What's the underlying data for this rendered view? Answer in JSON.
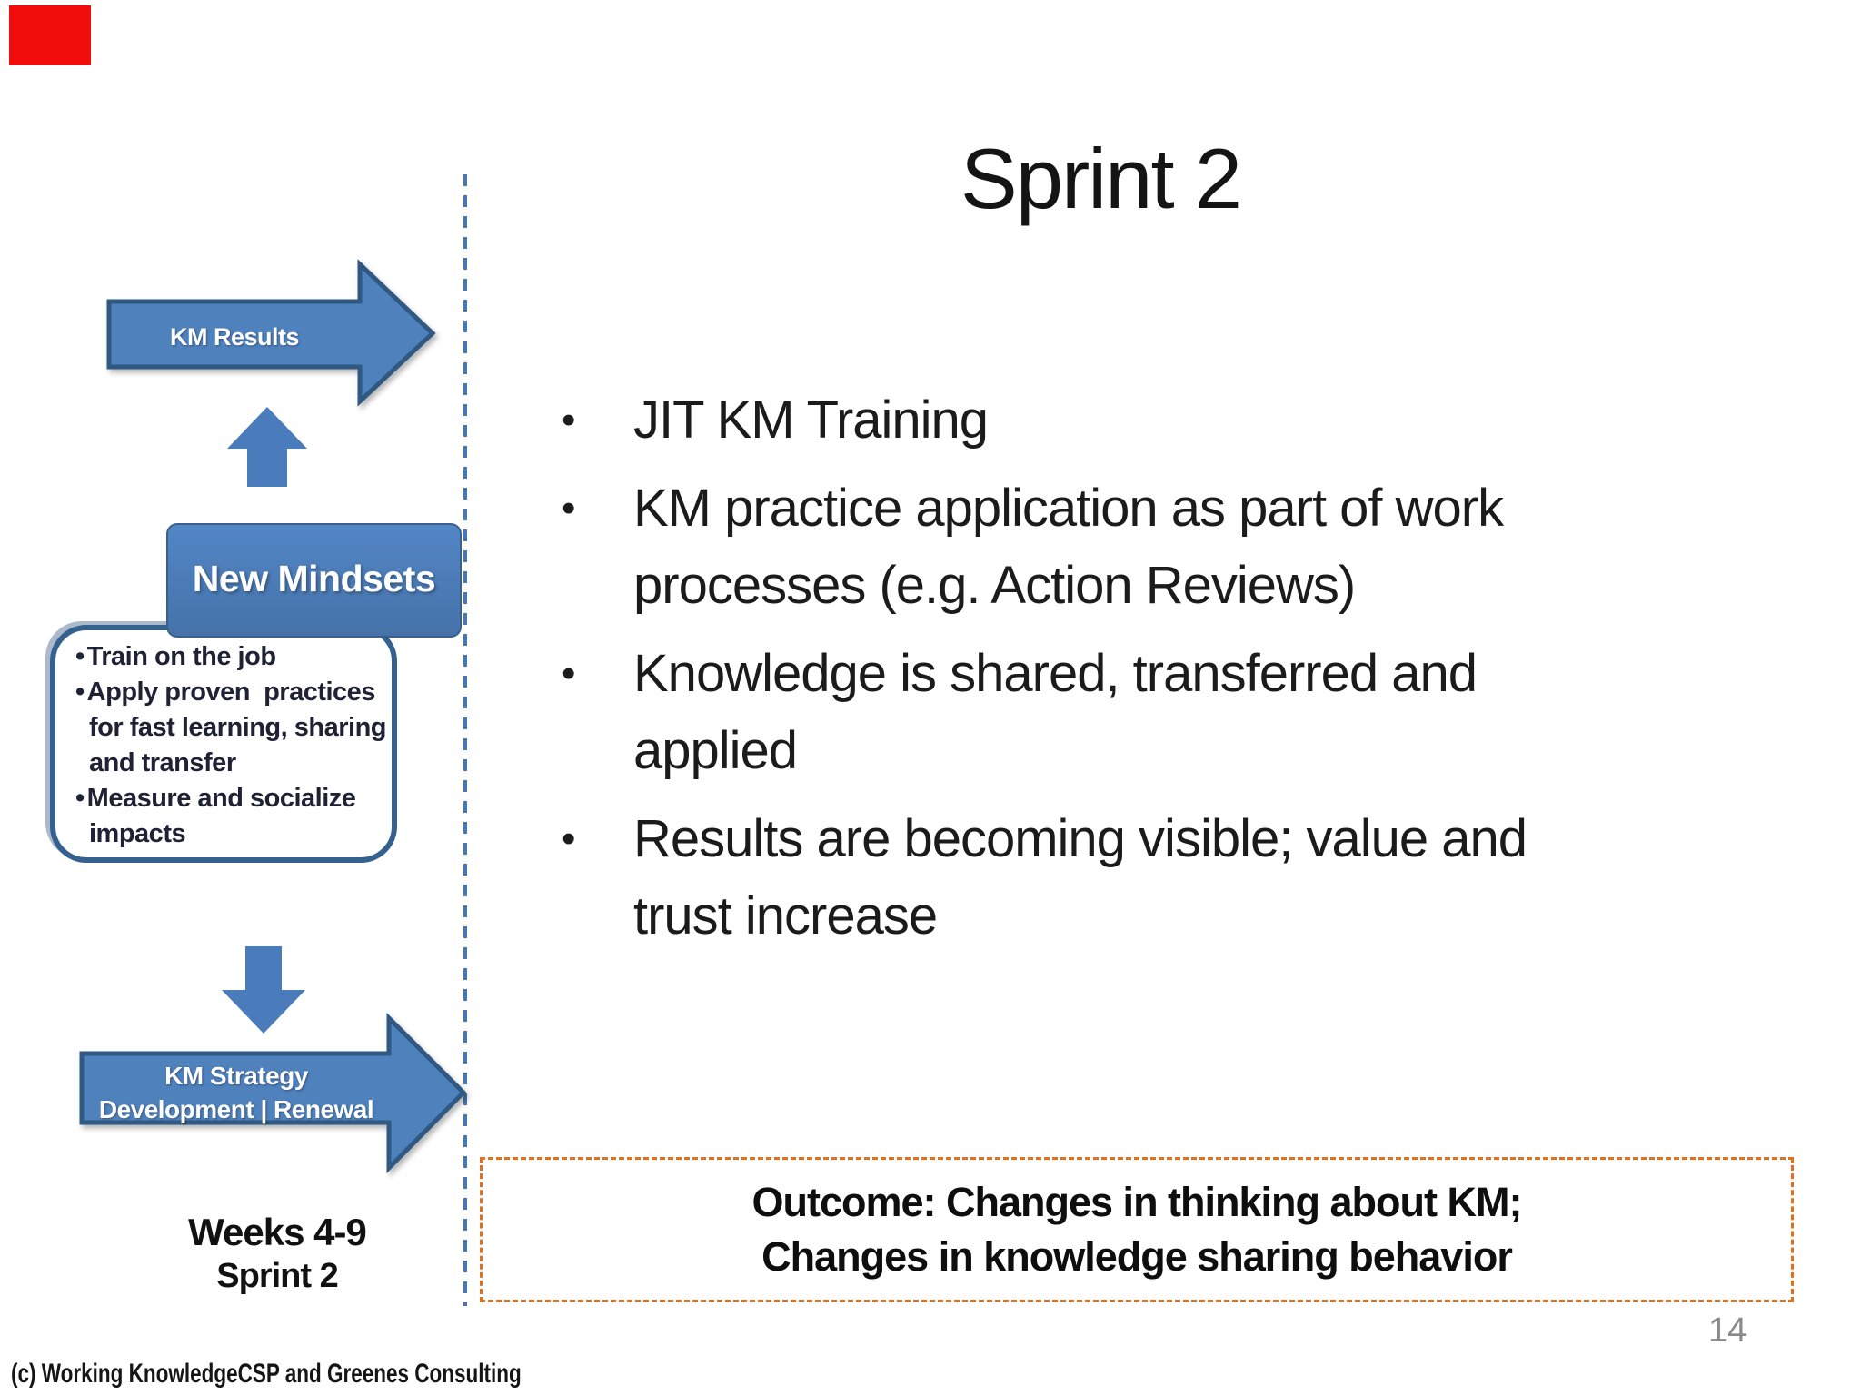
{
  "slide": {
    "title": "Sprint 2",
    "page_number": "14",
    "footer_credit": "(c) Working KnowledgeCSP and Greenes Consulting"
  },
  "diagram": {
    "km_results_arrow": {
      "label": "KM Results"
    },
    "new_mindsets_box": {
      "label": "New Mindsets"
    },
    "practices_box": {
      "items": [
        {
          "lines": [
            "Train on the job"
          ]
        },
        {
          "lines": [
            "Apply proven  practices",
            "for fast learning, sharing",
            "and transfer"
          ]
        },
        {
          "lines": [
            "Measure and socialize",
            "impacts"
          ]
        }
      ]
    },
    "km_strategy_arrow": {
      "label_lines": [
        "KM Strategy",
        "Development | Renewal"
      ]
    },
    "timeline": {
      "lines": [
        "Weeks 4-9",
        "Sprint 2"
      ]
    }
  },
  "main": {
    "bullets": [
      {
        "lines": [
          "JIT KM Training"
        ]
      },
      {
        "lines": [
          "KM practice application as part of work",
          "processes (e.g. Action Reviews)"
        ]
      },
      {
        "lines": [
          "Knowledge is shared, transferred and",
          "applied"
        ]
      },
      {
        "lines": [
          "Results are becoming visible; value and",
          "trust increase"
        ]
      }
    ],
    "outcome_box": {
      "lines": [
        "Outcome: Changes in thinking about KM;",
        "Changes in knowledge sharing behavior"
      ]
    }
  },
  "colors": {
    "arrow_fill": "#4F81BD",
    "arrow_border": "#2F5982",
    "small_arrow_fill": "#4A7BBA",
    "box_border_navy": "#35618E",
    "dashed_divider_blue": "#4678B4",
    "outcome_border_orange": "#E0711C",
    "page_number_gray": "#8A8A8A",
    "marker_red": "#F20D0D"
  }
}
